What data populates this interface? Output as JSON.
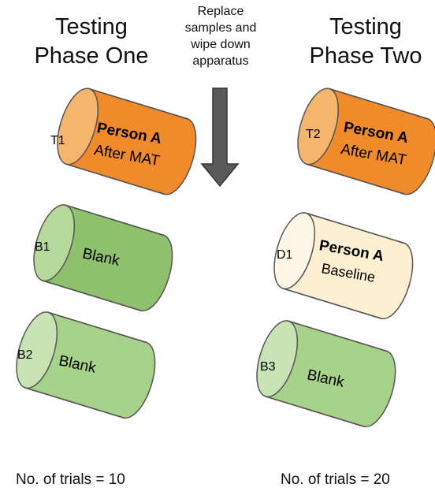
{
  "phase_one": {
    "title_line1": "Testing",
    "title_line2": "Phase One",
    "trials": "No. of trials = 10"
  },
  "phase_two": {
    "title_line1": "Testing",
    "title_line2": "Phase Two",
    "trials": "No. of trials = 20"
  },
  "center_note": {
    "lines": [
      "Replace",
      "samples and",
      "wipe down",
      "apparatus"
    ]
  },
  "arrow": {
    "color": "#5a5a5a",
    "direction": "down"
  },
  "cylinders": {
    "t1": {
      "id": "T1",
      "title": "Person A",
      "subtitle": "After MAT",
      "body": "#f08a2a",
      "cap": "#f6b56c"
    },
    "b1": {
      "id": "B1",
      "title": "",
      "subtitle": "Blank",
      "body": "#8ec06e",
      "cap": "#b6d99c"
    },
    "b2": {
      "id": "B2",
      "title": "",
      "subtitle": "Blank",
      "body": "#a6d28a",
      "cap": "#c9e4b4"
    },
    "t2": {
      "id": "T2",
      "title": "Person A",
      "subtitle": "After MAT",
      "body": "#f08a2a",
      "cap": "#f6b56c"
    },
    "d1": {
      "id": "D1",
      "title": "Person A",
      "subtitle": "Baseline",
      "body": "#fdf0d2",
      "cap": "#fef7e6"
    },
    "b3": {
      "id": "B3",
      "title": "",
      "subtitle": "Blank",
      "body": "#a6d28a",
      "cap": "#c9e4b4"
    }
  }
}
